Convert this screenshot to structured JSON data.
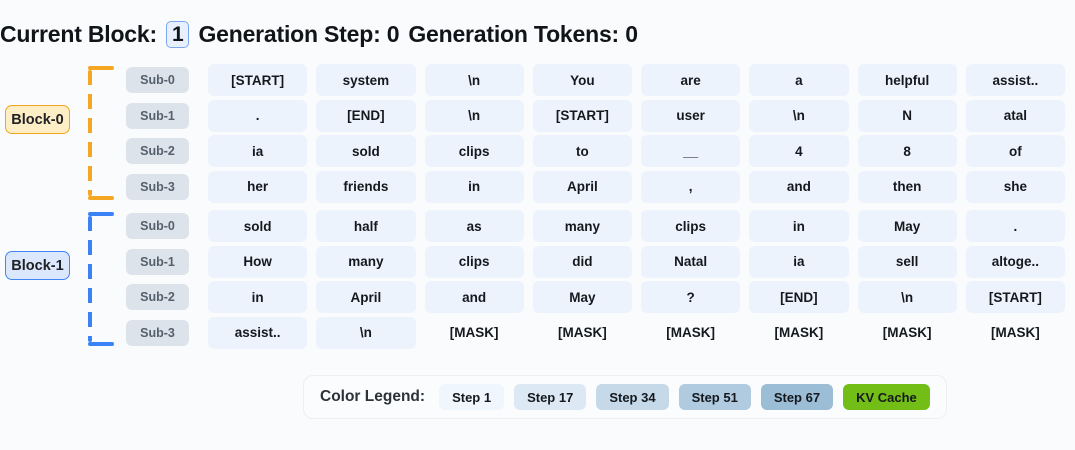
{
  "header": {
    "current_block_label": "Current Block:",
    "current_block_value": "1",
    "generation_step": "Generation Step: 0",
    "generation_tokens": "Generation Tokens: 0"
  },
  "grid": {
    "blocks": [
      {
        "name": "Block-0",
        "accent": "#f5a623",
        "rows": [
          {
            "sub": "Sub-0",
            "tokens": [
              "[START]",
              "system",
              "\\n",
              "You",
              "are",
              "a",
              "helpful",
              "assist.."
            ]
          },
          {
            "sub": "Sub-1",
            "tokens": [
              ".",
              "[END]",
              "\\n",
              "[START]",
              "user",
              "\\n",
              "N",
              "atal"
            ]
          },
          {
            "sub": "Sub-2",
            "tokens": [
              "ia",
              "sold",
              "clips",
              "to",
              "__",
              "4",
              "8",
              "of"
            ]
          },
          {
            "sub": "Sub-3",
            "tokens": [
              "her",
              "friends",
              "in",
              "April",
              ",",
              "and",
              "then",
              "she"
            ]
          }
        ]
      },
      {
        "name": "Block-1",
        "accent": "#3b82f6",
        "rows": [
          {
            "sub": "Sub-0",
            "tokens": [
              "sold",
              "half",
              "as",
              "many",
              "clips",
              "in",
              "May",
              "."
            ]
          },
          {
            "sub": "Sub-1",
            "tokens": [
              "How",
              "many",
              "clips",
              "did",
              "Natal",
              "ia",
              "sell",
              "altoge.."
            ]
          },
          {
            "sub": "Sub-2",
            "tokens": [
              "in",
              "April",
              "and",
              "May",
              "?",
              "[END]",
              "\\n",
              "[START]"
            ]
          },
          {
            "sub": "Sub-3",
            "tokens": [
              "assist..",
              "\\n",
              "[MASK]",
              "[MASK]",
              "[MASK]",
              "[MASK]",
              "[MASK]",
              "[MASK]"
            ]
          }
        ]
      }
    ]
  },
  "legend": {
    "title": "Color Legend:",
    "items": [
      {
        "label": "Step 1",
        "color": "#eff6fd",
        "text_color": "#15191e"
      },
      {
        "label": "Step 17",
        "color": "#dce9f4",
        "text_color": "#15191e"
      },
      {
        "label": "Step 34",
        "color": "#c5d9e9",
        "text_color": "#15191e"
      },
      {
        "label": "Step 51",
        "color": "#b0cadf",
        "text_color": "#15191e"
      },
      {
        "label": "Step 67",
        "color": "#9cbdd6",
        "text_color": "#15191e"
      },
      {
        "label": "KV Cache",
        "color": "#72bd16",
        "text_color": "#15191e"
      }
    ]
  }
}
